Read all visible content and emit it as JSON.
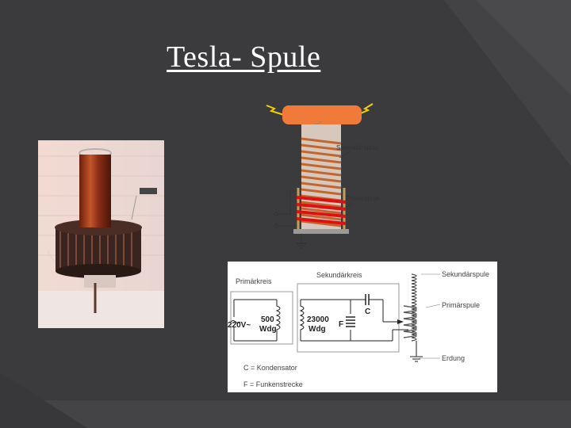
{
  "slide": {
    "title": "Tesla- Spule"
  },
  "coil_diagram": {
    "label_secondary": "Sekundärspule",
    "label_primary": "Primärspule"
  },
  "circuit": {
    "primary_circuit": "Primärkreis",
    "secondary_circuit": "Sekundärkreis",
    "voltage": "220V~",
    "primary_turns": "500",
    "primary_turns_unit": "Wdg",
    "secondary_turns": "23000",
    "secondary_turns_unit": "Wdg",
    "capacitor_symbol": "C",
    "spark_gap_symbol": "F",
    "label_secondary_coil": "Sekundärspule",
    "label_primary_coil": "Primärspule",
    "label_ground": "Erdung",
    "legend_c": "C = Kondensator",
    "legend_f": "F = Funkenstrecke"
  },
  "colors": {
    "background": "#3b3b3d",
    "coil_copper": "#c2652e",
    "primary_coil_red": "#e01010",
    "top_load_orange": "#f07a3a"
  }
}
